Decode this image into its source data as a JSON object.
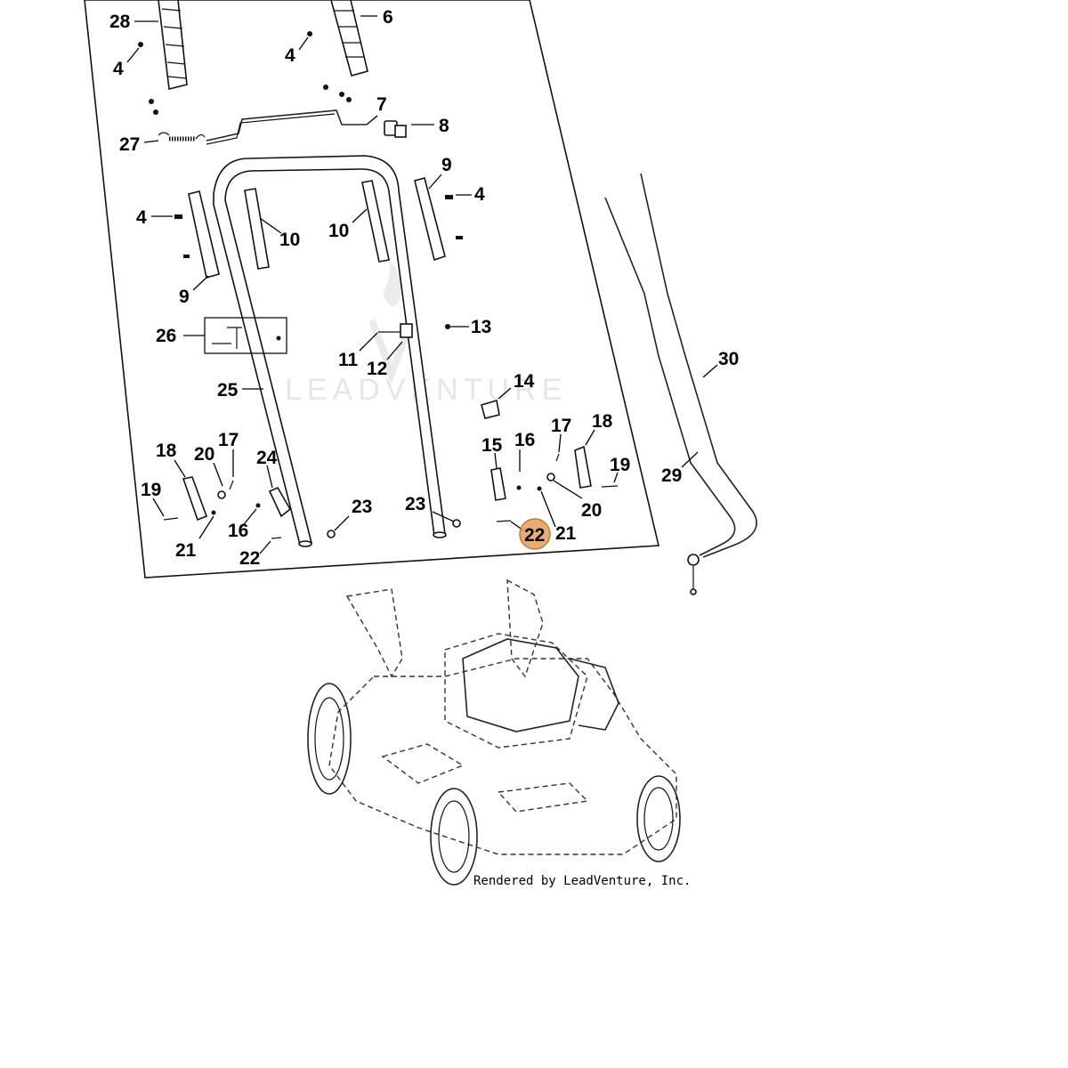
{
  "diagram": {
    "watermark": "LEADVENTURE",
    "credit": "Rendered by LeadVenture, Inc.",
    "highlight": {
      "label": "22",
      "color": "#E0A060"
    },
    "callouts": [
      {
        "id": "c28",
        "label": "28"
      },
      {
        "id": "c6",
        "label": "6"
      },
      {
        "id": "c4a",
        "label": "4"
      },
      {
        "id": "c4b",
        "label": "4"
      },
      {
        "id": "c7",
        "label": "7"
      },
      {
        "id": "c8",
        "label": "8"
      },
      {
        "id": "c27",
        "label": "27"
      },
      {
        "id": "c9a",
        "label": "9"
      },
      {
        "id": "c4c",
        "label": "4"
      },
      {
        "id": "c4d",
        "label": "4"
      },
      {
        "id": "c10a",
        "label": "10"
      },
      {
        "id": "c10b",
        "label": "10"
      },
      {
        "id": "c9b",
        "label": "9"
      },
      {
        "id": "c26",
        "label": "26"
      },
      {
        "id": "c13",
        "label": "13"
      },
      {
        "id": "c11",
        "label": "11"
      },
      {
        "id": "c12",
        "label": "12"
      },
      {
        "id": "c30",
        "label": "30"
      },
      {
        "id": "c25",
        "label": "25"
      },
      {
        "id": "c14",
        "label": "14"
      },
      {
        "id": "c18a",
        "label": "18"
      },
      {
        "id": "c17a",
        "label": "17"
      },
      {
        "id": "c20a",
        "label": "20"
      },
      {
        "id": "c24",
        "label": "24"
      },
      {
        "id": "c15",
        "label": "15"
      },
      {
        "id": "c16a",
        "label": "16"
      },
      {
        "id": "c17b",
        "label": "17"
      },
      {
        "id": "c18b",
        "label": "18"
      },
      {
        "id": "c19a",
        "label": "19"
      },
      {
        "id": "c19b",
        "label": "19"
      },
      {
        "id": "c29",
        "label": "29"
      },
      {
        "id": "c23a",
        "label": "23"
      },
      {
        "id": "c23b",
        "label": "23"
      },
      {
        "id": "c20b",
        "label": "20"
      },
      {
        "id": "c16b",
        "label": "16"
      },
      {
        "id": "c21a",
        "label": "21"
      },
      {
        "id": "c21b",
        "label": "21"
      },
      {
        "id": "c22a",
        "label": "22"
      }
    ]
  }
}
